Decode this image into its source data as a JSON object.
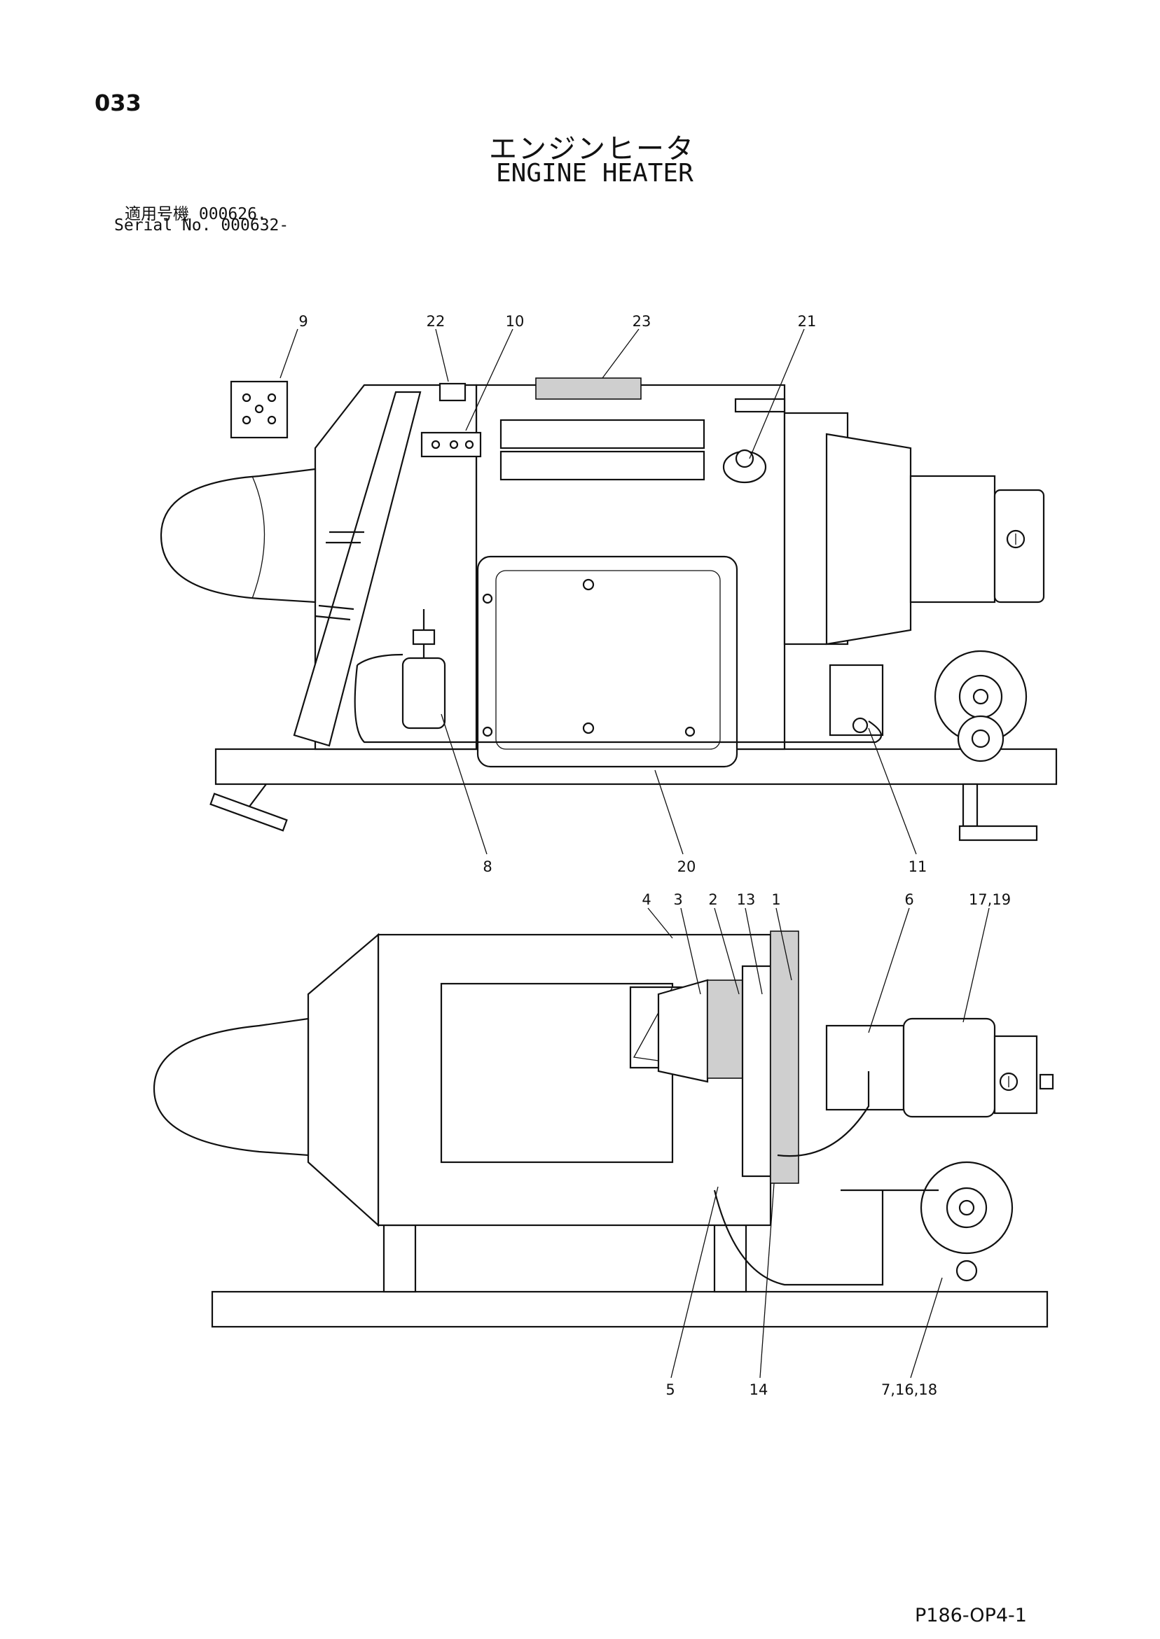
{
  "page_number": "033",
  "title_jp": "エンジンヒータ",
  "title_en": "ENGINE HEATER",
  "serial_jp": "適用号機  000626.",
  "serial_en": "Serial No. 000632-",
  "doc_code": "P186-OP4-1",
  "callouts_top": [
    "9",
    "22",
    "10",
    "23",
    "21",
    "8",
    "20",
    "11"
  ],
  "callouts_bottom": [
    "4",
    "3",
    "2",
    "13",
    "1",
    "6",
    "17,19",
    "5",
    "14",
    "7,16,18"
  ]
}
